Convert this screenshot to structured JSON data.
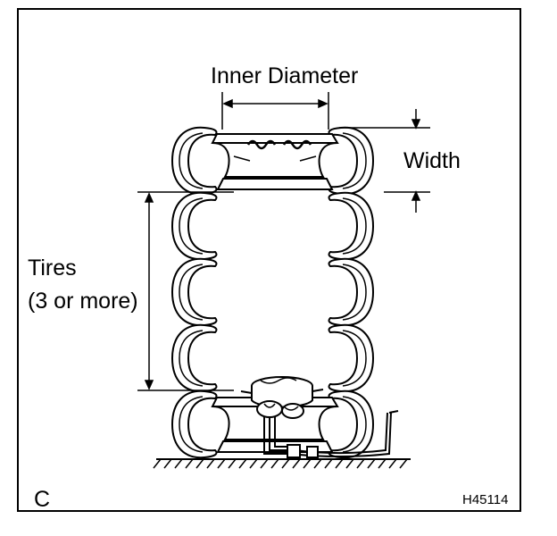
{
  "labels": {
    "inner_diameter": "Inner Diameter",
    "width": "Width",
    "tires_line1": "Tires",
    "tires_line2": "(3 or more)",
    "corner_code": "C",
    "figure_id": "H45114"
  },
  "colors": {
    "line": "#000000",
    "background": "#ffffff"
  }
}
